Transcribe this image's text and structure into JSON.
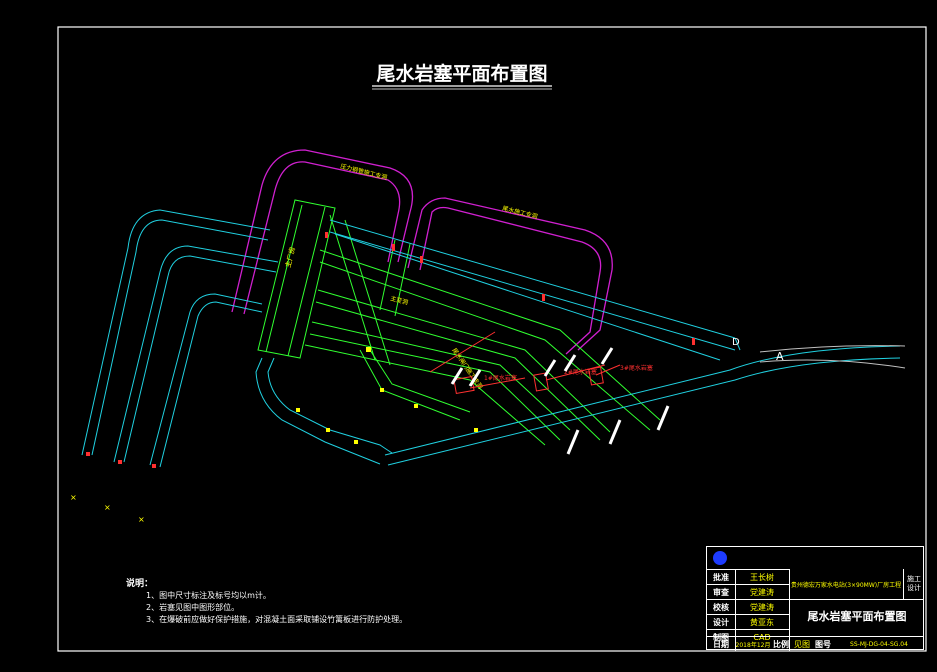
{
  "drawing": {
    "title": "尾水岩塞平面布置图",
    "labels": {
      "main_building": "主厂房",
      "tunnel_top_1": "压力钢管施工支洞",
      "tunnel_top_2": "尾水施工支洞",
      "tunnel_mid": "主变洞",
      "tunnel_diag": "尾水闸门施工支洞",
      "red_1": "1#尾水岩塞",
      "red_2": "2#尾水岩塞",
      "red_3": "3#尾水岩塞",
      "point_a": "A",
      "point_d": "D"
    }
  },
  "notes": {
    "heading": "说明：",
    "items": [
      "1、图中尺寸标注及标号均以m计。",
      "2、岩塞见图中图形部位。",
      "3、在爆破前应做好保护措施，对混凝土面采取铺设竹篱板进行防护处理。"
    ]
  },
  "title_block": {
    "rows": [
      {
        "role": "批准",
        "name": "王长树"
      },
      {
        "role": "审查",
        "name": "党建涛"
      },
      {
        "role": "校核",
        "name": "党建涛"
      },
      {
        "role": "设计",
        "name": "黄亚东"
      },
      {
        "role": "制图",
        "name": "CAD"
      }
    ],
    "project": "贵州德宏万家水电站(3×90MW)厂房工程",
    "stage": "施工设计",
    "drawing_name": "尾水岩塞平面布置图",
    "footer": {
      "date_label": "日期",
      "date": "2018年12月",
      "scale_label": "比例",
      "scale": "见图",
      "drawing_no_label": "图号",
      "drawing_no": "SS-MJ-DG-04-SG.04"
    }
  }
}
